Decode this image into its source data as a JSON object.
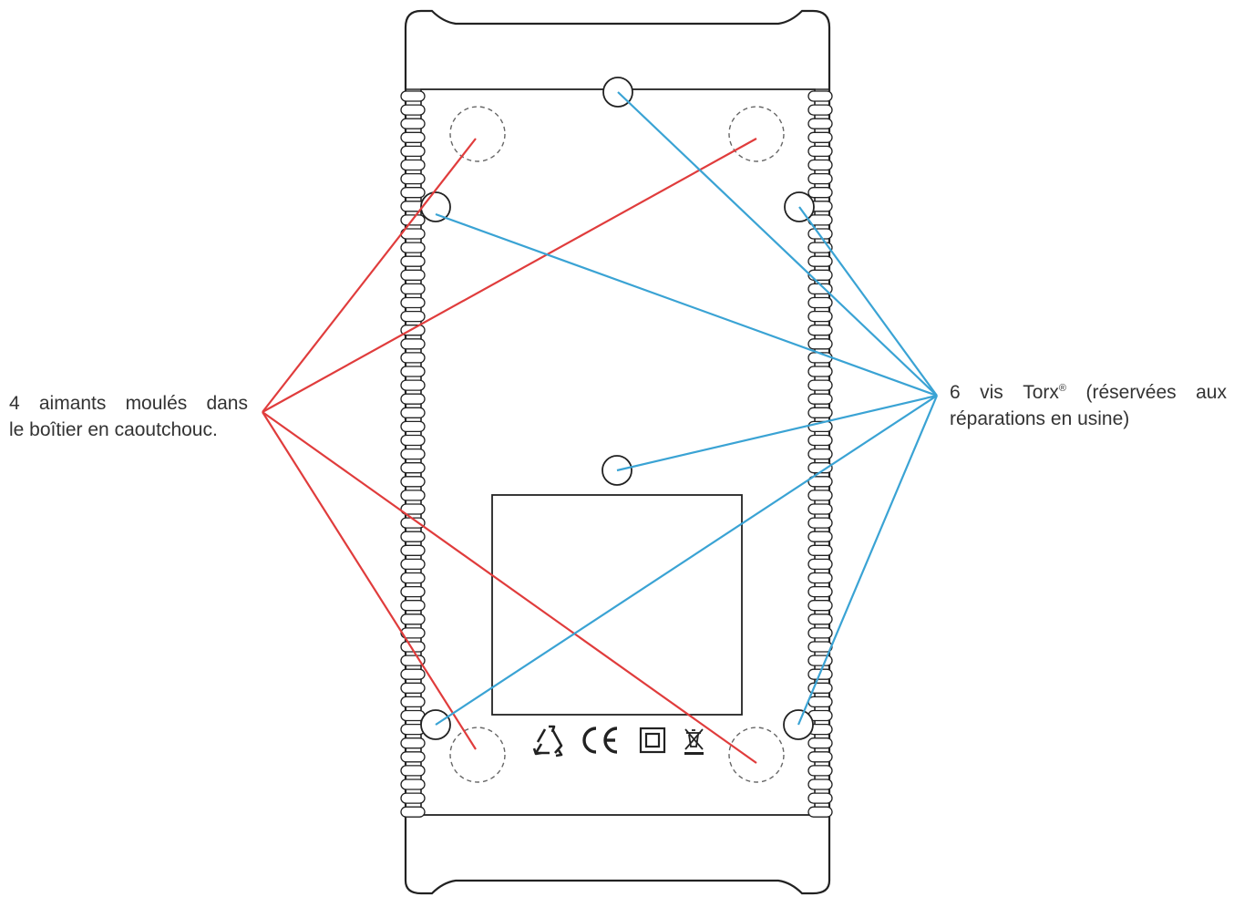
{
  "labels": {
    "magnets": {
      "line1_words": [
        "4",
        "aimants",
        "moulés",
        "dans"
      ],
      "line2": "le boîtier en caoutchouc."
    },
    "screws": {
      "line1_words": [
        "6",
        "vis",
        "Torx",
        "(réservées",
        "aux"
      ],
      "trademark": "®",
      "line2": "réparations en usine)"
    }
  },
  "colors": {
    "outline": "#222222",
    "magnet_lines": "#e03c3c",
    "screw_lines": "#3aa3d4",
    "text": "#333333"
  },
  "symbols": [
    "recycle-icon",
    "ce-mark-icon",
    "double-insulation-icon",
    "weee-bin-icon"
  ]
}
